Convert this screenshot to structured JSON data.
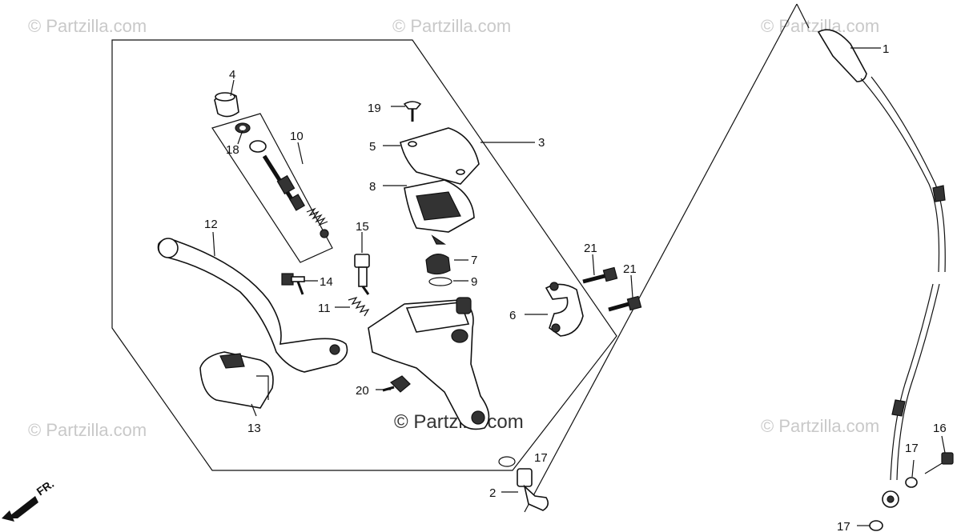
{
  "watermarks": {
    "corner": "© Partzilla.com",
    "center": "© Partzilla.com"
  },
  "direction_label": "FR.",
  "callouts": [
    "1",
    "2",
    "3",
    "4",
    "5",
    "6",
    "7",
    "8",
    "9",
    "10",
    "11",
    "12",
    "13",
    "14",
    "15",
    "16",
    "17",
    "17",
    "17",
    "18",
    "19",
    "20",
    "21",
    "21"
  ]
}
